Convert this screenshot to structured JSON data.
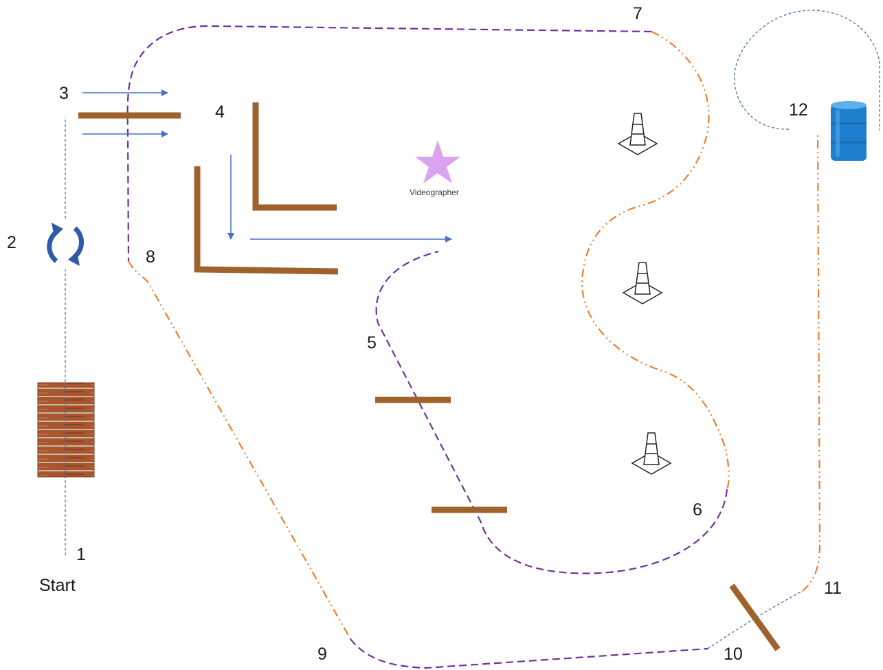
{
  "diagram": {
    "labels": {
      "n1": "1",
      "n2": "2",
      "n3": "3",
      "n4": "4",
      "n5": "5",
      "n6": "6",
      "n7": "7",
      "n8": "8",
      "n9": "9",
      "n10": "10",
      "n11": "11",
      "n12": "12",
      "start": "Start",
      "videographer": "Videographer"
    },
    "colors": {
      "purple_path": "#7030a0",
      "orange_path": "#ed7d31",
      "blue_path": "#4472c4",
      "pole": "#a0622d",
      "star": "#d9a3ef",
      "barrel": "#1f7fcf"
    },
    "icons": [
      "wood-pallet-icon",
      "rotate-arrows-icon",
      "traffic-cone-icon",
      "barrel-icon",
      "star-icon"
    ]
  }
}
